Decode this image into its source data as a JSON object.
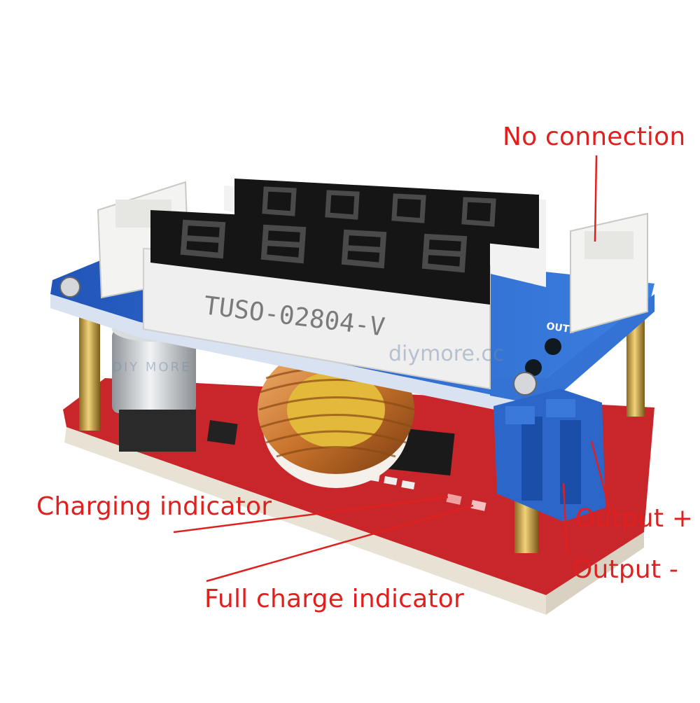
{
  "callouts": {
    "no_connection": "No connection",
    "charging_indicator": "Charging indicator",
    "full_charge_indicator": "Full charge indicator",
    "output_plus": "Output +",
    "output_minus": "Output -"
  },
  "board": {
    "display_model": "TUSO-02804-V",
    "terminal_label": "OUT+",
    "watermark_brand": "DIY MORE",
    "watermark_site": "diymore.cc"
  },
  "colors": {
    "callout_red": "#e0201e",
    "pcb_top_blue": "#2f6fd0",
    "pcb_bottom_red": "#c8262a",
    "display_black": "#151515",
    "terminal_blue": "#2d66c9",
    "inductor_copper": "#c9742c",
    "standoff_brass": "#c9a347"
  }
}
